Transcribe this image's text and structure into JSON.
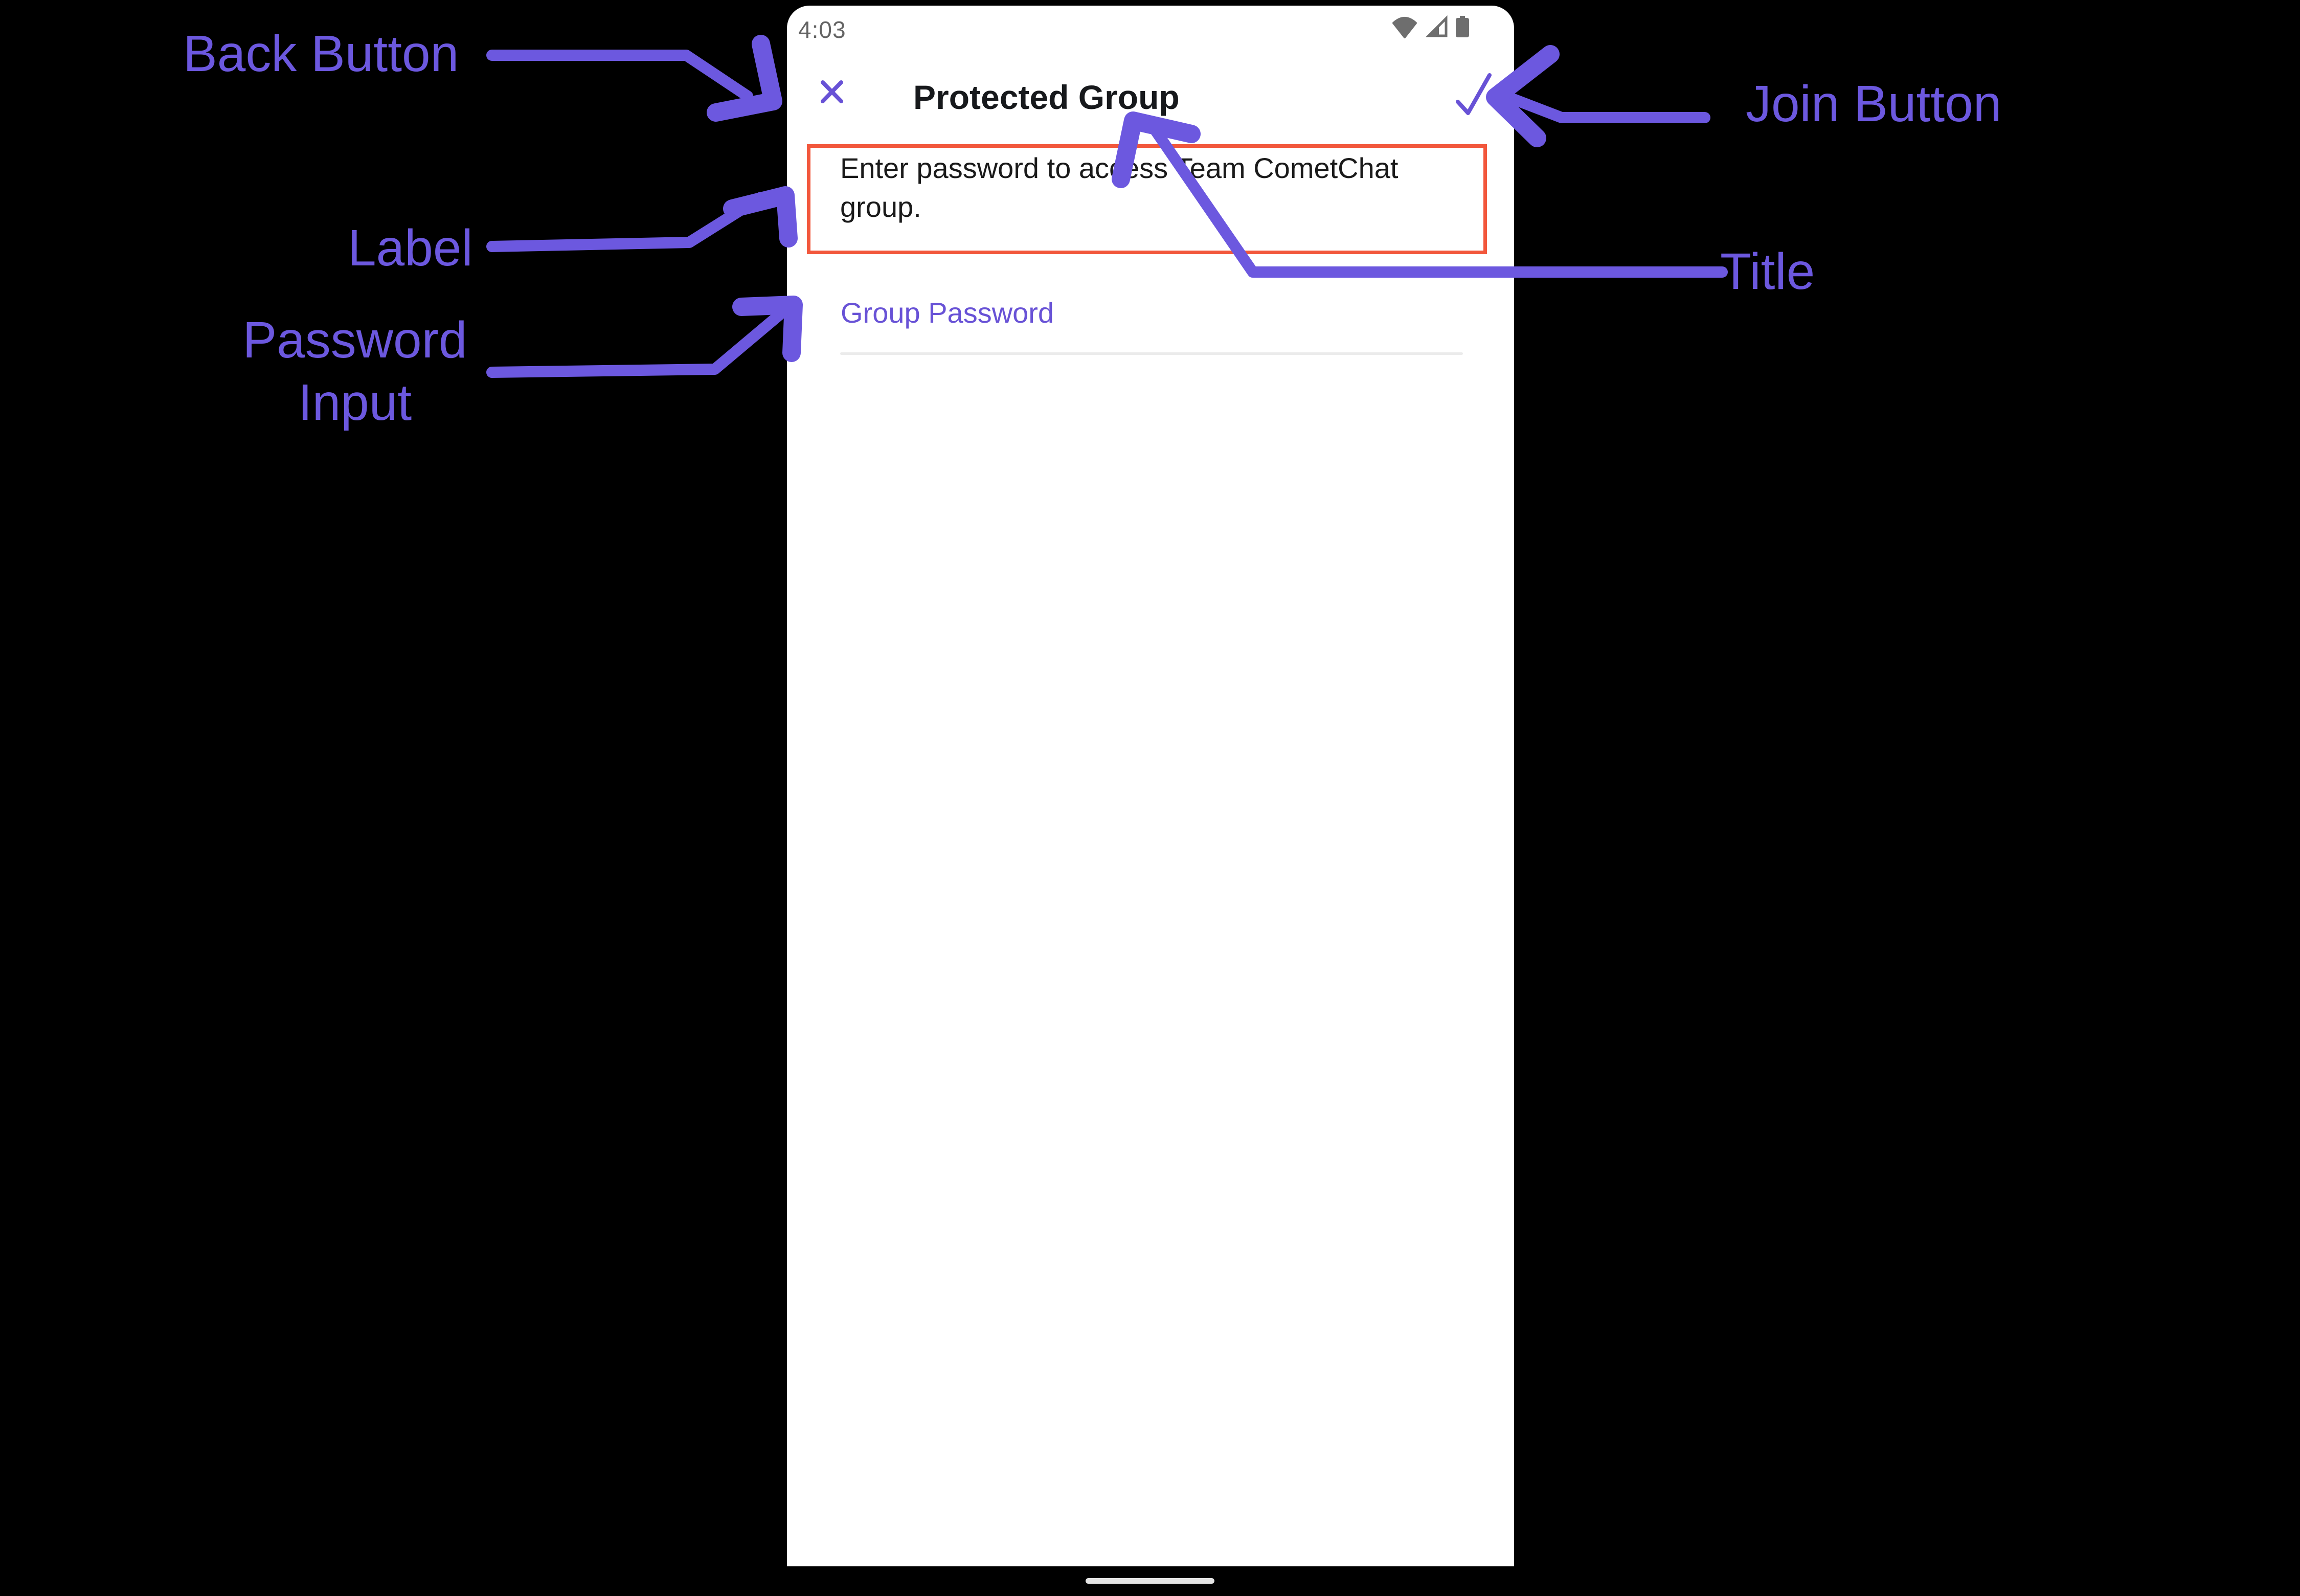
{
  "phone": {
    "status_bar": {
      "time": "4:03",
      "icons": [
        "wifi-icon",
        "cellular-signal-icon",
        "battery-icon"
      ]
    },
    "header": {
      "close_icon": "close-x-icon",
      "title": "Protected Group",
      "join_icon": "checkmark-icon"
    },
    "description": {
      "text": "Enter password to access Team CometChat\ngroup."
    },
    "password_input": {
      "label": "Group Password",
      "value": ""
    },
    "home_indicator": "home-indicator-bar"
  },
  "annotations": {
    "back_button": {
      "label": "Back Button"
    },
    "label": {
      "label": "Label"
    },
    "password_input": {
      "label": "Password\nInput"
    },
    "join_button": {
      "label": "Join Button"
    },
    "title": {
      "label": "Title"
    }
  },
  "colors": {
    "accent_purple": "#6852D6",
    "annotation_purple": "#6C58DF",
    "highlight_red": "#F2573C",
    "status_gray": "#6E6E6E",
    "time_gray": "#646464",
    "text_black": "#17191C",
    "underline_gray": "#EBEBEB",
    "screen_white": "#FFFFFF",
    "canvas_black": "#000000"
  }
}
